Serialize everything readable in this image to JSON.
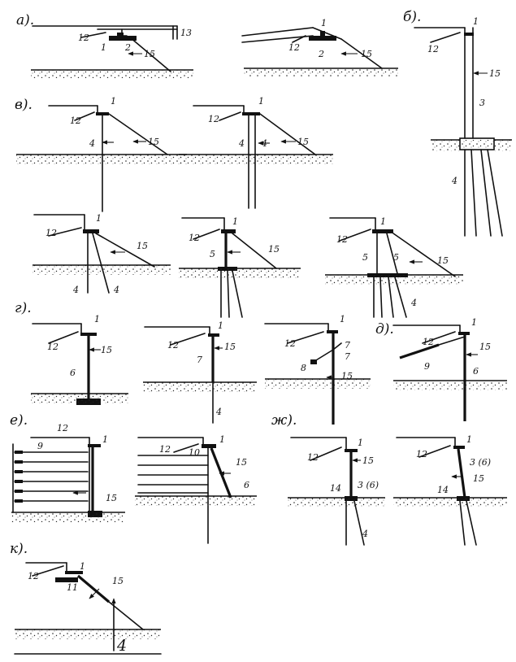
{
  "sections": {
    "a": "а).",
    "b": "б).",
    "v": "в).",
    "g": "г).",
    "d": "д).",
    "e": "е).",
    "zh": "ж).",
    "k": "к)."
  },
  "labels": {
    "n1": "1",
    "n2": "2",
    "n3": "3",
    "n3_6": "3 (6)",
    "n4": "4",
    "n5": "5",
    "n6": "6",
    "n7": "7",
    "n8": "8",
    "n9": "9",
    "n10": "10",
    "n11": "11",
    "n12": "12",
    "n13": "13",
    "n14": "14",
    "n15": "15"
  }
}
